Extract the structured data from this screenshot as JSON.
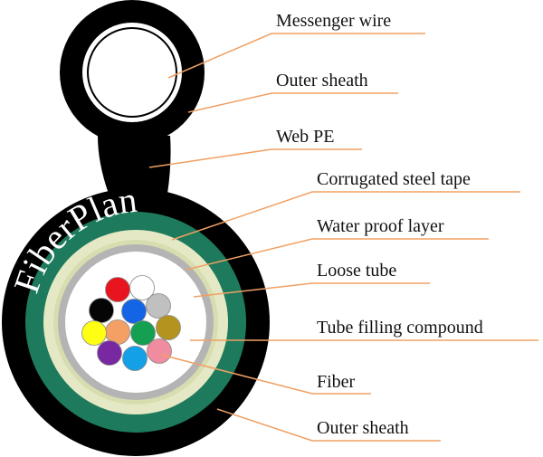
{
  "brand": {
    "text": "FiberPlan"
  },
  "labels": {
    "messenger_wire": "Messenger wire",
    "outer_sheath_top": "Outer sheath",
    "web_pe": "Web PE",
    "corrugated_steel_tape": "Corrugated steel tape",
    "water_proof_layer": "Water proof layer",
    "loose_tube": "Loose tube",
    "tube_filling_compound": "Tube filling compound",
    "fiber": "Fiber",
    "outer_sheath_bottom": "Outer sheath"
  },
  "colors": {
    "sheath": "#000000",
    "steel_tape": "#1e7a5c",
    "water_proof": "#e4e8c4",
    "loose_tube": "#b4b4b4",
    "filling": "#ffffff",
    "leader_line": "#f0a064"
  },
  "fibers": [
    {
      "name": "red",
      "color": "#e8141e"
    },
    {
      "name": "white",
      "color": "#ffffff"
    },
    {
      "name": "black",
      "color": "#050505"
    },
    {
      "name": "blue",
      "color": "#1464e6"
    },
    {
      "name": "gray",
      "color": "#c0c0c0"
    },
    {
      "name": "orange",
      "color": "#f4a064"
    },
    {
      "name": "yellow",
      "color": "#ffff14"
    },
    {
      "name": "green",
      "color": "#14a050"
    },
    {
      "name": "brown",
      "color": "#b4941e"
    },
    {
      "name": "violet",
      "color": "#7828a0"
    },
    {
      "name": "aqua",
      "color": "#14a0e6"
    },
    {
      "name": "rose",
      "color": "#f08ca0"
    }
  ]
}
